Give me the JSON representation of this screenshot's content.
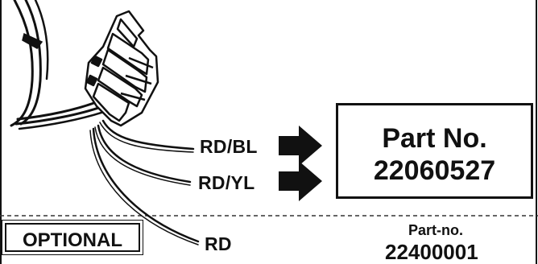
{
  "wires": {
    "blue_label": "RD/BL",
    "yellow_label": "RD/YL",
    "red_label": "RD"
  },
  "part_box": {
    "title": "Part No.",
    "number": "22060527"
  },
  "optional": {
    "label": "OPTIONAL",
    "part_title": "Part-no.",
    "part_number": "22400001"
  },
  "icons": [
    "connector-icon",
    "wire-bundle",
    "arrow-right-icon"
  ],
  "colors": {
    "ink": "#111111",
    "background": "#ffffff"
  }
}
